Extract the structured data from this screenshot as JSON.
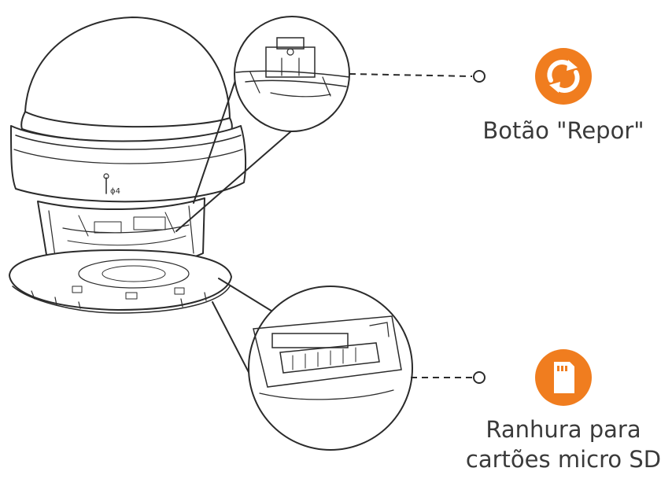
{
  "labels": {
    "reset_button": "Botão \"Repor\"",
    "sd_slot_line1": "Ranhura para",
    "sd_slot_line2": "cartões micro SD",
    "screw_mark": "ɸ4"
  },
  "colors": {
    "accent": "#f07d1f",
    "line": "#2b2b2b",
    "text": "#3a3a3a"
  },
  "icons": {
    "reset": "refresh-icon",
    "sd": "sd-card-icon"
  }
}
